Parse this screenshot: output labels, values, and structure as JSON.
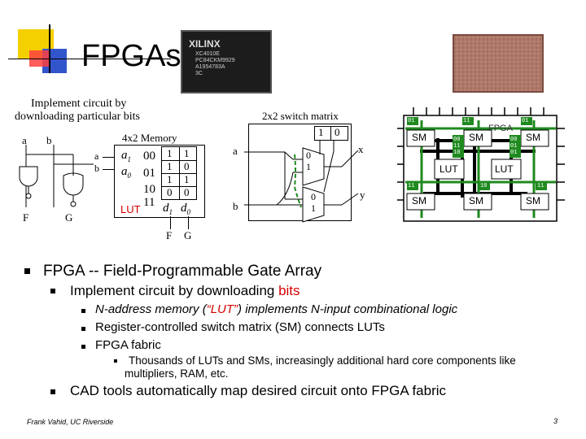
{
  "slide": {
    "title": "FPGAs",
    "caption_line1": "Implement circuit by",
    "caption_line2": "downloading particular bits",
    "footer": "Frank Vahid, UC Riverside",
    "page_number": "3"
  },
  "chip_photo": {
    "brand": "XILINX",
    "part_line1": "XC4010E",
    "part_line2": "PC84CKM9929",
    "part_line3": "A1954783A",
    "part_line4": "3C"
  },
  "circuit": {
    "input_a": "a",
    "input_b": "b",
    "out_f": "F",
    "out_g": "G"
  },
  "memory": {
    "title": "4x2 Memory",
    "in_a": "a",
    "in_b": "b",
    "a1": "a",
    "a1_sub": "1",
    "a0": "a",
    "a0_sub": "0",
    "rows": [
      {
        "addr": "00",
        "d1": "1",
        "d0": "1"
      },
      {
        "addr": "01",
        "d1": "1",
        "d0": "0"
      },
      {
        "addr": "10",
        "d1": "1",
        "d0": "1"
      },
      {
        "addr": "11",
        "d1": "0",
        "d0": "0"
      }
    ],
    "lut_label": "LUT",
    "d1": "d",
    "d1_sub": "1",
    "d0": "d",
    "d0_sub": "0",
    "out_f": "F",
    "out_g": "G"
  },
  "switch_matrix": {
    "title": "2x2 switch matrix",
    "in_a": "a",
    "in_b": "b",
    "out_x": "x",
    "out_y": "y",
    "bit_1": "1",
    "bit_0": "0",
    "mux_top_0": "0",
    "mux_top_1": "1",
    "mux_bot_0": "0",
    "mux_bot_1": "1"
  },
  "fabric": {
    "sm_label": "SM",
    "lut_label": "LUT",
    "fpga_label": "FPGA",
    "bits_01a": "01",
    "bits_11a": "11",
    "bits_01b": "01",
    "bits_11b": "11",
    "bits_10": "10",
    "bits_11c": "11",
    "lut1_bits": [
      "00",
      "11",
      "10"
    ],
    "lut2_bits": [
      "00",
      "01",
      "01"
    ]
  },
  "bullets": {
    "l1": "FPGA -- Field-Programmable Gate Array",
    "l2a": "Implement circuit by downloading ",
    "l2b": "bits",
    "l3a_pre": "N-address memory (",
    "l3a_lut": "“LUT”",
    "l3a_post": ") implements N-input combinational logic",
    "l3b": "Register-controlled switch matrix (SM) connects LUTs",
    "l3c": "FPGA fabric",
    "l4a": "Thousands of LUTs and SMs, increasingly additional hard core components like",
    "l4b": "multipliers, RAM, etc.",
    "l5": "CAD tools automatically map desired circuit onto FPGA fabric"
  },
  "colors": {
    "deco_yellow": "#f5d000",
    "deco_blue": "#3355cc",
    "deco_red": "#ff4040",
    "accent_red": "#d40000",
    "fabric_green": "#1f8a1f"
  }
}
